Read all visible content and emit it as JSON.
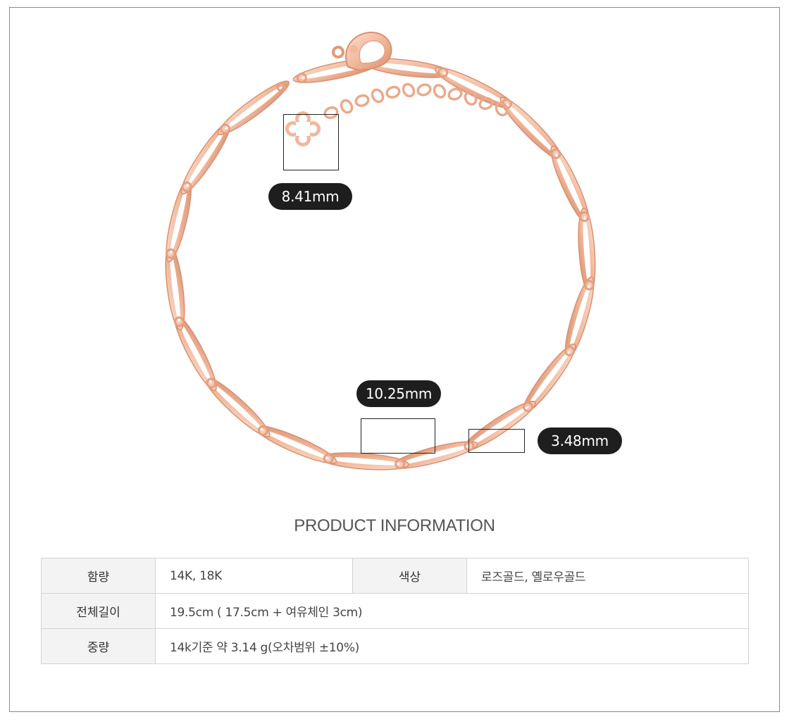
{
  "dimensions": {
    "clasp_charm": "8.41mm",
    "link_length": "10.25mm",
    "link_width": "3.48mm"
  },
  "colors": {
    "metal": "#f1b89c",
    "metal_dark": "#d9906f",
    "metal_light": "#fbe0d1",
    "label_bg": "#1e1e1e"
  },
  "section_title": "PRODUCT INFORMATION",
  "info": {
    "material_label": "함량",
    "material_value": "14K, 18K",
    "color_label": "색상",
    "color_value": "로즈골드, 옐로우골드",
    "length_label": "전체길이",
    "length_value": "19.5cm ( 17.5cm + 여유체인 3cm)",
    "weight_label": "중량",
    "weight_value": "14k기준 약 3.14 g(오차범위 ±10%)"
  }
}
